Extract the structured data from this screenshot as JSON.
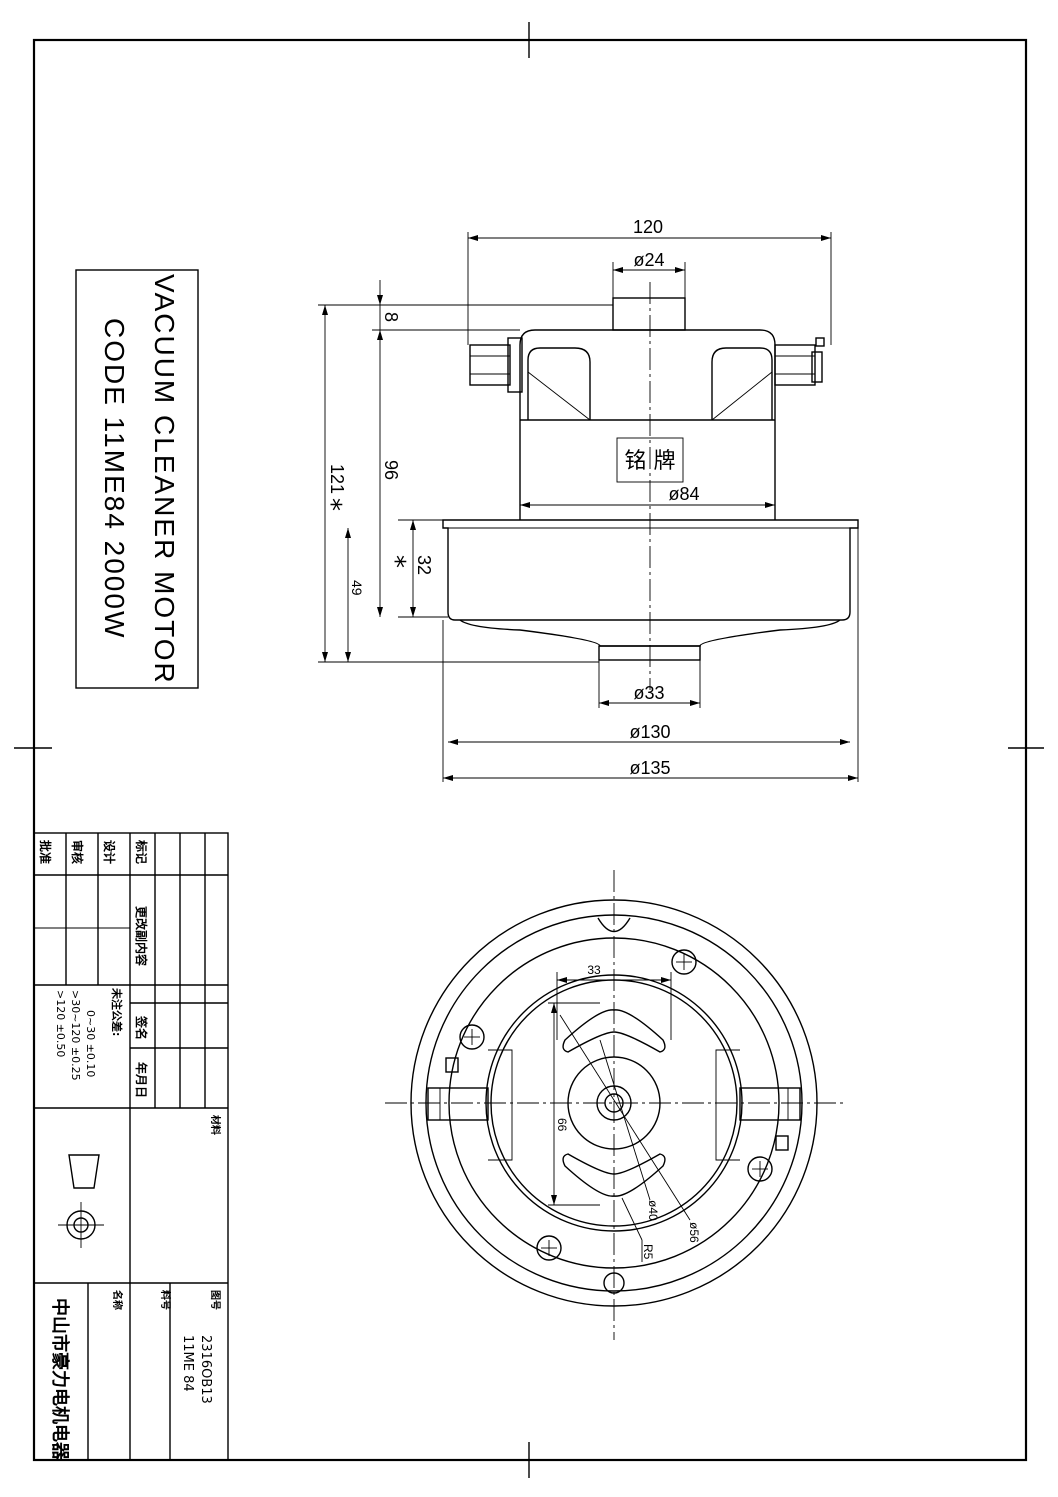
{
  "title_block_label": {
    "line1": "VACUUM CLEANER MOTOR",
    "line2": "CODE 11ME84 2000W"
  },
  "side_view_dims": {
    "overall_width": "120",
    "shaft_dia": "ø24",
    "top_height": "8",
    "body_height": "96",
    "total_height": "121",
    "fan_height": "32",
    "lower_height": "49",
    "body_dia": "ø84",
    "bottom_hub_dia": "ø33",
    "fan_dia": "ø130",
    "outer_dia": "ø135",
    "nameplate": "铭 牌",
    "star_marks": [
      "⁎",
      "⁎"
    ]
  },
  "top_view_dims": {
    "slot_width": "33",
    "slot_height": "66",
    "dia_40": "ø40",
    "dia_56": "ø56",
    "radius": "R5"
  },
  "title_block": {
    "mark": "标记",
    "design": "设计",
    "review": "审核",
    "approve": "批准",
    "change_content": "更改副内容",
    "signature": "签名",
    "date": "年月日",
    "tolerance_title": "未注公差:",
    "tolerance_rows": [
      "0~30   ±0.10",
      ">30~120 ±0.25",
      ">120   ±0.50"
    ],
    "material": "材料",
    "drawing_no_label": "图号",
    "drawing_no": "2316OB13",
    "part_no_label": "料号",
    "part_no": "11ME 84",
    "name_label": "名称",
    "company": "中山市豪力电机电器"
  }
}
